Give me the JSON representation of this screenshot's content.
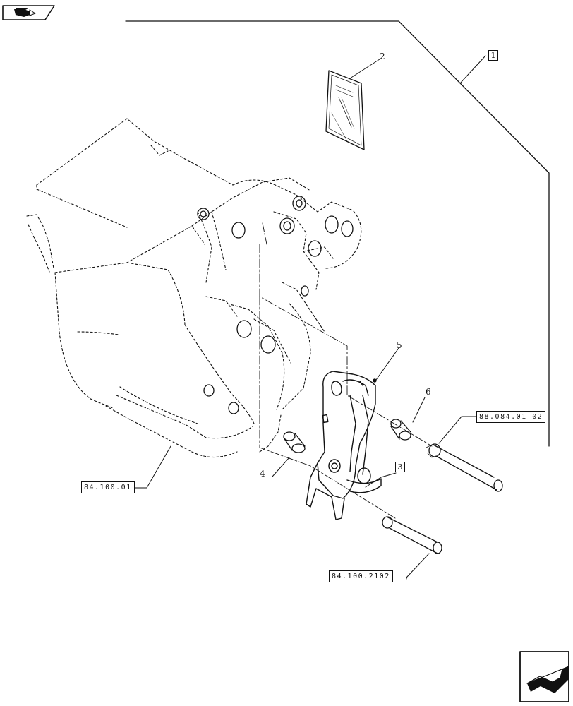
{
  "callouts": {
    "c1": "1",
    "c2": "2",
    "c3": "3",
    "c4": "4",
    "c5": "5",
    "c6": "6"
  },
  "references": {
    "r_bucket": "84.100.01",
    "r_pin_upper": "88.084.01 02",
    "r_pin_lower": "84.100.2102"
  },
  "icons": {
    "top_left": "document-arrow-icon",
    "bottom_right": "next-page-arrow-icon"
  },
  "colors": {
    "line": "#111111",
    "background": "#ffffff"
  }
}
